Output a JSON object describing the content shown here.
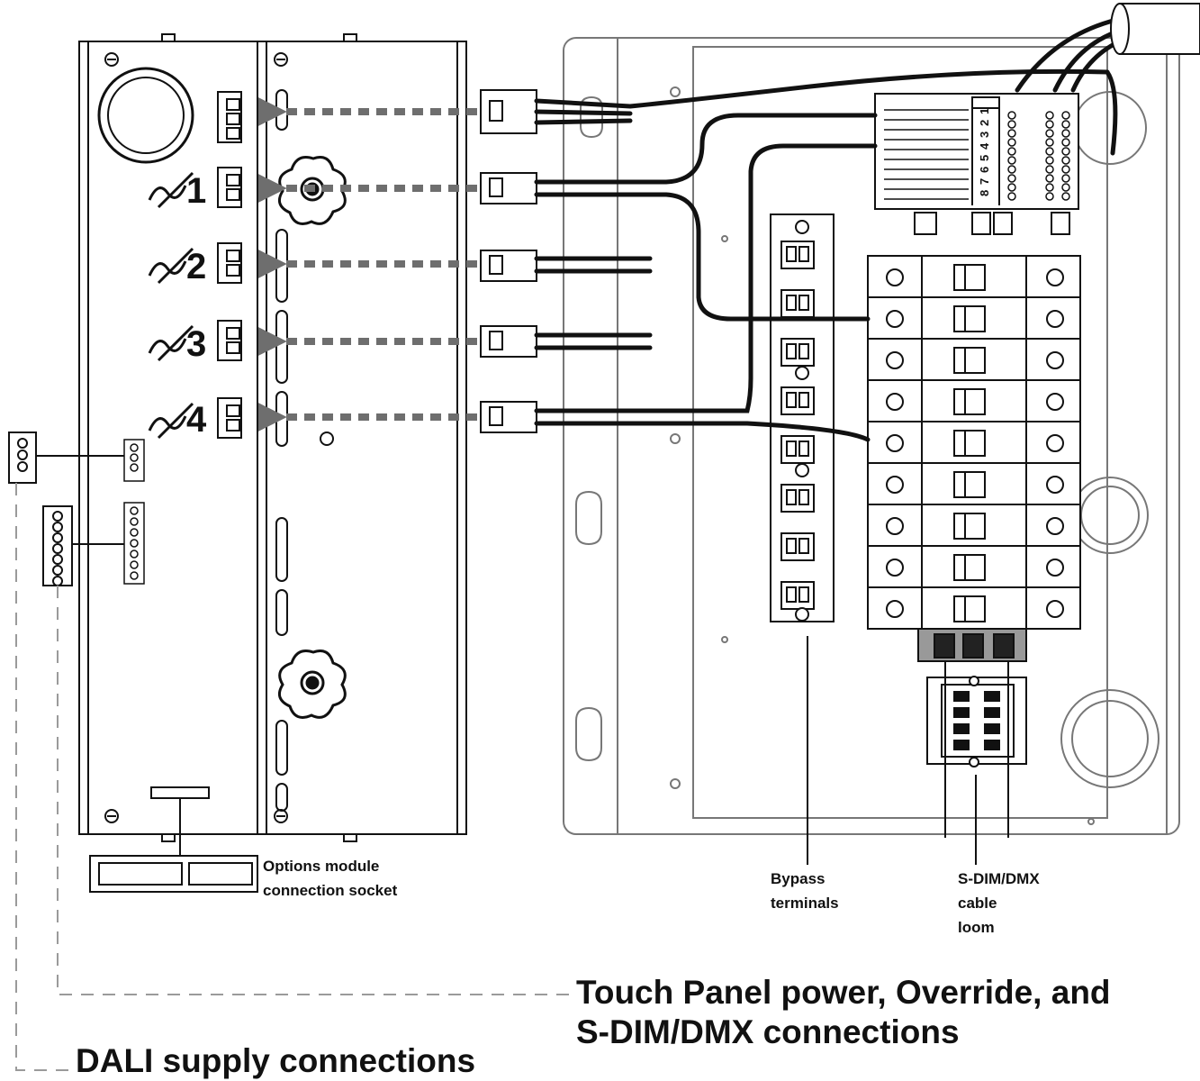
{
  "channels": [
    "1",
    "2",
    "3",
    "4"
  ],
  "labels": {
    "options_socket": [
      "Options module",
      "connection socket"
    ],
    "bypass": [
      "Bypass",
      "terminals"
    ],
    "sdim_loom": [
      "S-DIM/DMX",
      "cable",
      "loom"
    ],
    "touch_panel": [
      "Touch Panel power, Override, and",
      "S-DIM/DMX connections"
    ],
    "dali_supply": "DALI supply connections"
  },
  "breaker_terminal_numbers": [
    "8",
    "7",
    "6",
    "5",
    "4",
    "3",
    "2",
    "1"
  ],
  "colors": {
    "line": "#111111",
    "arrow_dash": "#6e6e6e",
    "leader_dash": "#9a9a9a",
    "breaker_fill": "#555555"
  },
  "icons": [
    "dimmer-channel-icon",
    "star-knob-icon",
    "connector-plug-icon",
    "terminal-block-icon",
    "circuit-breaker-icon"
  ]
}
